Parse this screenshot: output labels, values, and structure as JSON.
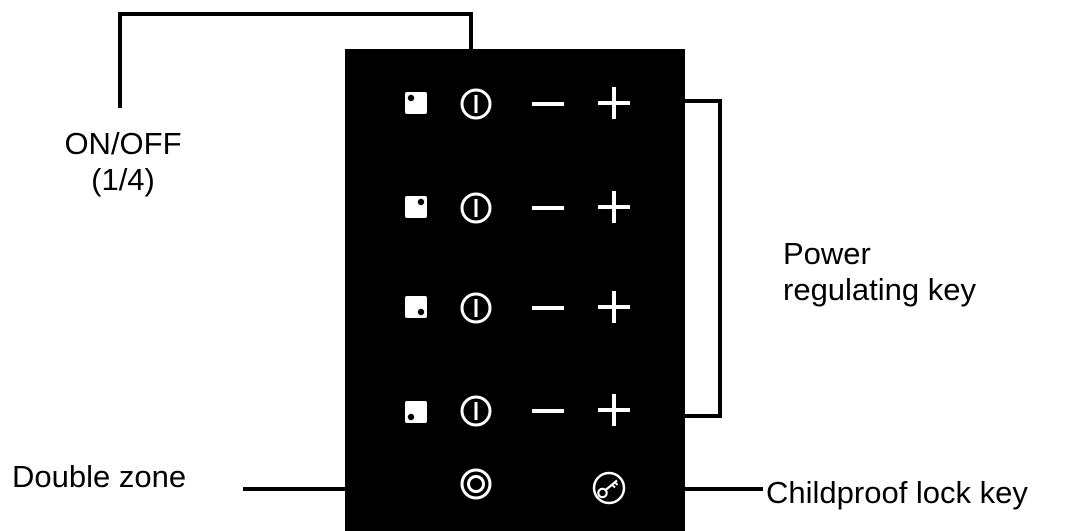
{
  "labels": {
    "on_off_line1": "ON/OFF",
    "on_off_line2": "(1/4)",
    "power_line1": "Power",
    "power_line2": "regulating key",
    "double_zone": "Double zone",
    "childproof": "Childproof lock key"
  },
  "panel": {
    "rows": [
      {
        "zone": "zone-indicator-rear-left",
        "dot": "top-left"
      },
      {
        "zone": "zone-indicator-rear-right",
        "dot": "top-right"
      },
      {
        "zone": "zone-indicator-front-right",
        "dot": "bottom-right"
      },
      {
        "zone": "zone-indicator-front-left",
        "dot": "bottom-left"
      }
    ],
    "icons": {
      "power": "power-icon",
      "minus": "minus-icon",
      "plus": "plus-icon",
      "double_zone": "double-zone-icon",
      "lock": "key-lock-icon"
    }
  },
  "colors": {
    "panel": "#000000",
    "symbol": "#ffffff",
    "background": "#ffffff"
  }
}
